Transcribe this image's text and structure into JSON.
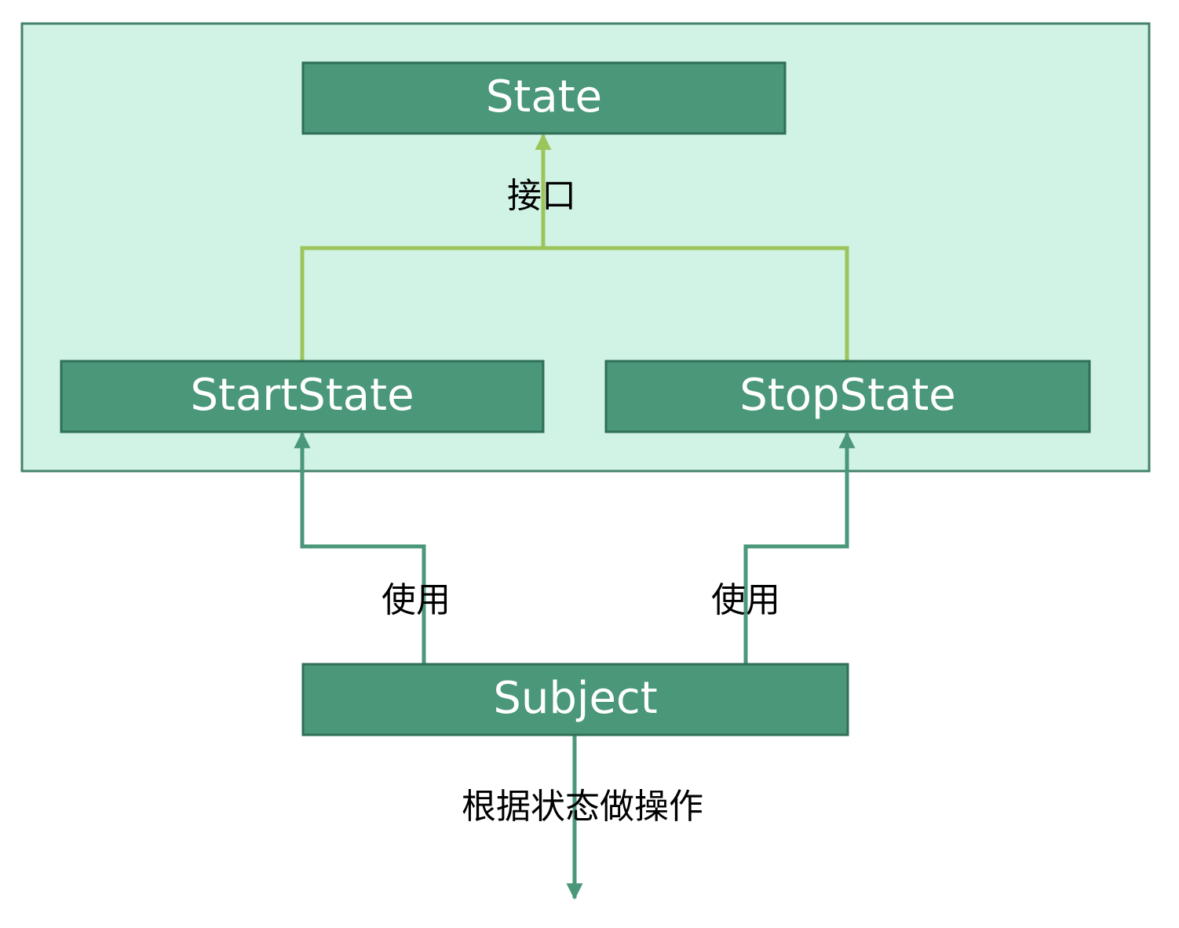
{
  "colors": {
    "container_fill": "#D1F3E6",
    "container_stroke": "#44836A",
    "node_fill": "#4A977A",
    "node_stroke": "#2F6F57",
    "interface_edge": "#9BC45A",
    "use_edge": "#4A977A",
    "node_text": "#FFFFFF",
    "label_text": "#000000"
  },
  "nodes": {
    "state": "State",
    "start_state": "StartState",
    "stop_state": "StopState",
    "subject": "Subject"
  },
  "edges": {
    "interface_label": "接口",
    "use_left_label": "使用",
    "use_right_label": "使用",
    "action_label": "根据状态做操作"
  }
}
